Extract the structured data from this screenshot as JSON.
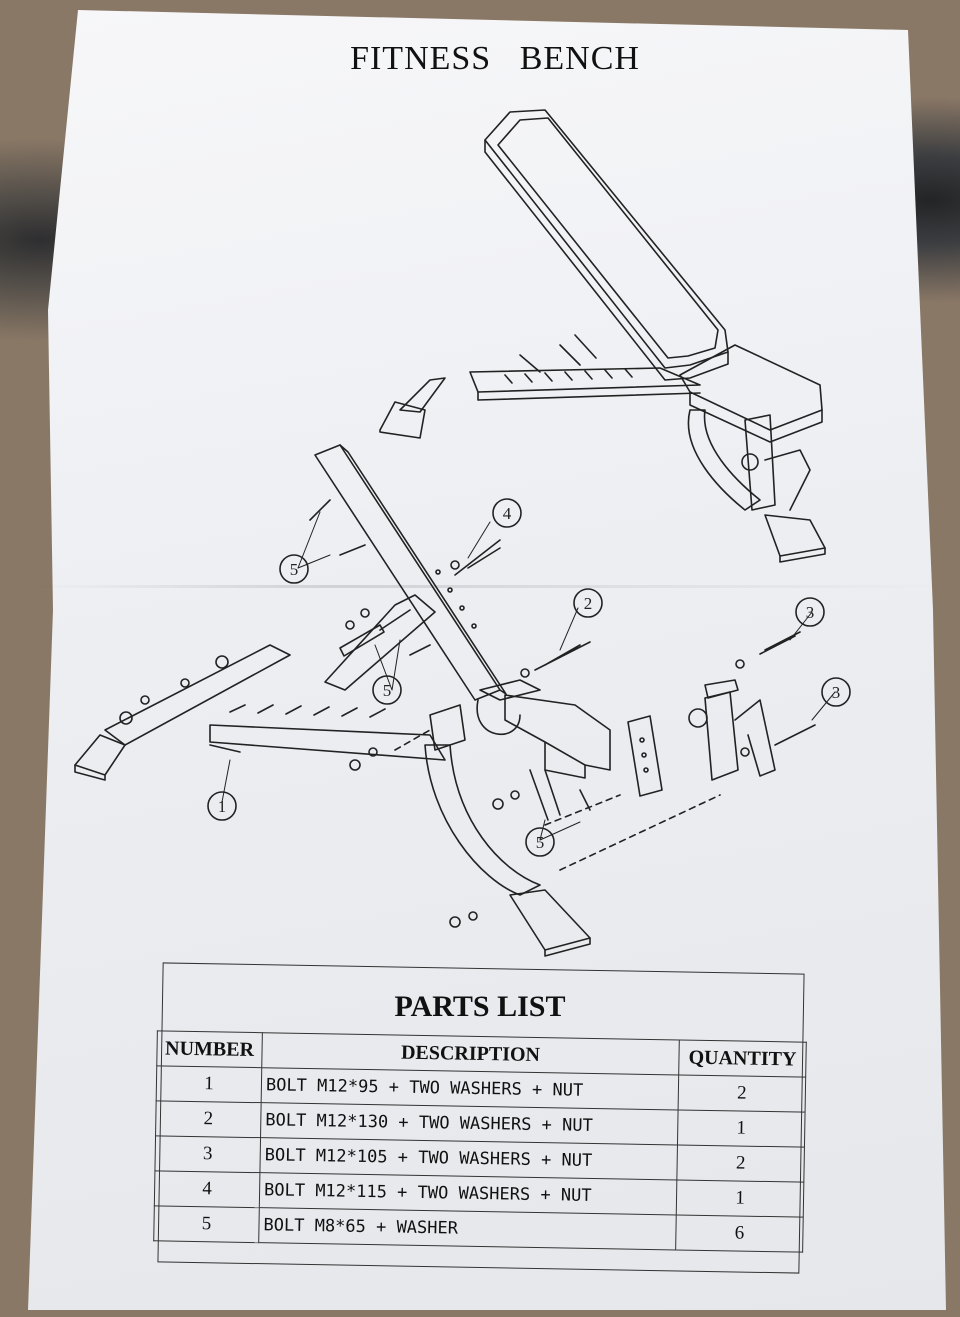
{
  "document": {
    "title": "FITNESS   BENCH",
    "callouts": [
      "1",
      "2",
      "3",
      "3",
      "4",
      "5",
      "5",
      "5"
    ]
  },
  "parts_list": {
    "title": "PARTS LIST",
    "headers": {
      "number": "NUMBER",
      "description": "DESCRIPTION",
      "quantity": "QUANTITY"
    },
    "rows": [
      {
        "number": "1",
        "description": "BOLT M12*95 + TWO WASHERS + NUT",
        "quantity": "2"
      },
      {
        "number": "2",
        "description": "BOLT M12*130 + TWO WASHERS + NUT",
        "quantity": "1"
      },
      {
        "number": "3",
        "description": "BOLT M12*105 + TWO WASHERS + NUT",
        "quantity": "2"
      },
      {
        "number": "4",
        "description": "BOLT M12*115 + TWO WASHERS + NUT",
        "quantity": "1"
      },
      {
        "number": "5",
        "description": "BOLT M8*65 + WASHER",
        "quantity": "6"
      }
    ]
  }
}
